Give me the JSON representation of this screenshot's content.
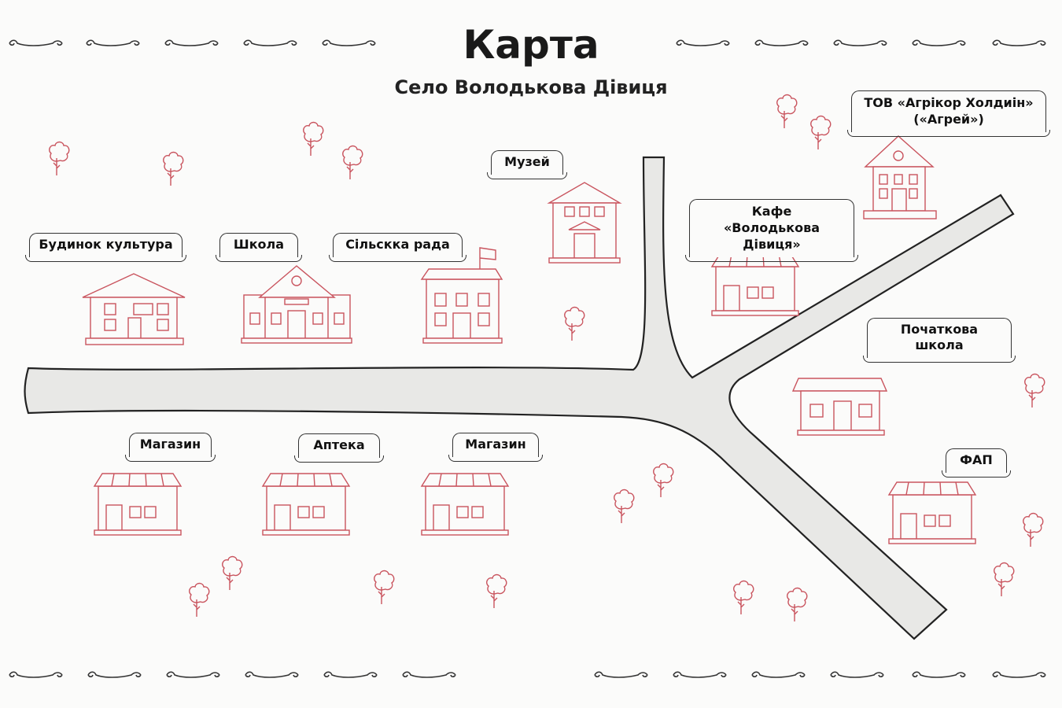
{
  "title": "Карта",
  "subtitle": "Село Володькова Дівиця",
  "places": {
    "culture_house": "Будинок культура",
    "school": "Школа",
    "village_council": "Сільскка рада",
    "museum": "Музей",
    "cafe_line1": "Кафе",
    "cafe_line2": "«Володькова Дівиця»",
    "agro_line1": "ТОВ «Агрікор Холдиін»",
    "agro_line2": "(«Агрей»)",
    "primary_school": "Початкова школа",
    "shop1": "Магазин",
    "pharmacy": "Аптека",
    "shop2": "Магазин",
    "fap": "ФАП"
  },
  "colors": {
    "building": "#c9545e",
    "road": "#e8e8e6",
    "outline": "#222222"
  }
}
